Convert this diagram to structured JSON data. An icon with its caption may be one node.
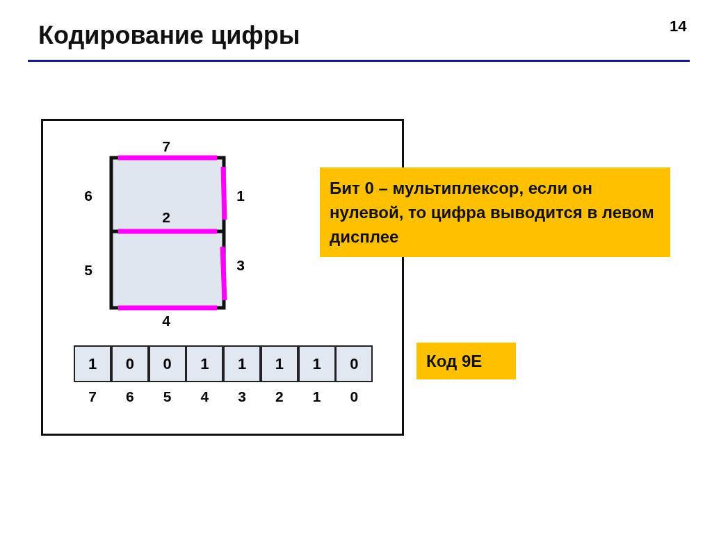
{
  "diagram": {
    "title": "Кодирование цифры",
    "nodes": [
      {
        "text": [
          "Бит 0 – мультиплексор, если он нулевой, то цифра выводится в левом дисплее"
        ]
      },
      {
        "text": [
          "Код 9E"
        ]
      }
    ],
    "labels": [
      "14",
      "7",
      "6",
      "1",
      "2",
      "5",
      "3",
      "4",
      "1",
      "0",
      "0",
      "1",
      "1",
      "1",
      "1",
      "0",
      "7",
      "6",
      "5",
      "4",
      "3",
      "2",
      "1",
      "0"
    ]
  }
}
